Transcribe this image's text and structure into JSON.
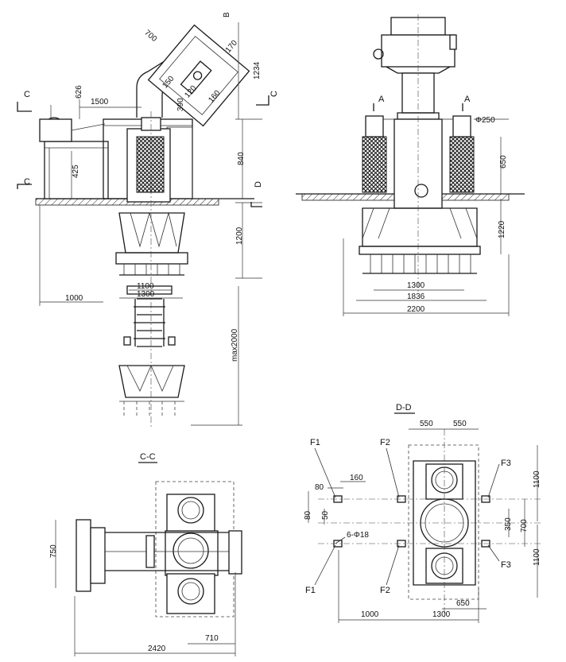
{
  "views": {
    "elevation_left": {
      "section_marks": {
        "c_top": "C",
        "c_bottom": "C",
        "c_right": "C",
        "d_right": "D"
      },
      "dims": {
        "d700": "700",
        "d170": "170",
        "d1234": "1234",
        "d626": "626",
        "d1500": "1500",
        "d390": "390",
        "d150": "150",
        "d120": "120",
        "d160": "160",
        "d425": "425",
        "d840": "840",
        "d1200": "1200",
        "d1100": "1100",
        "d1300": "1300",
        "d1000": "1000",
        "dmax2000": "max2000",
        "b_mark": "B"
      }
    },
    "elevation_right": {
      "section_marks": {
        "a_left": "A",
        "a_right": "A"
      },
      "dims": {
        "dphi250": "Φ250",
        "d650": "650",
        "d1220": "1220",
        "d1300": "1300",
        "d1836": "1836",
        "d2200": "2200"
      }
    },
    "plan_cc": {
      "title": "C-C",
      "dims": {
        "d750": "750",
        "d710": "710",
        "d2420": "2420"
      }
    },
    "plan_dd": {
      "title": "D-D",
      "dims": {
        "d550a": "550",
        "d550b": "550",
        "d80": "80",
        "d160": "160",
        "d80v": "80",
        "d50": "50",
        "d350": "350",
        "d700": "700",
        "d1100top": "1100",
        "d1100bot": "1100",
        "d650": "650",
        "d1000": "1000",
        "d1300": "1300",
        "holes": "6-Φ18"
      },
      "labels": {
        "f1_top": "F1",
        "f2_top": "F2",
        "f3_top": "F3",
        "f1_bot": "F1",
        "f2_bot": "F2",
        "f3_bot": "F3"
      }
    }
  }
}
